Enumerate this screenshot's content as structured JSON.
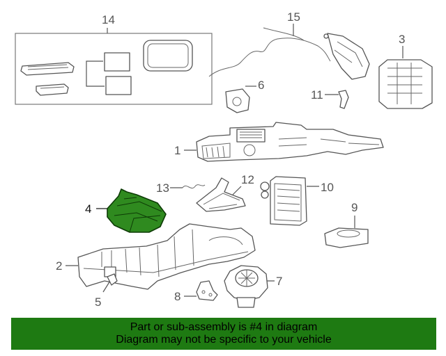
{
  "callouts": [
    "14",
    "15",
    "3",
    "6",
    "11",
    "1",
    "13",
    "12",
    "10",
    "4",
    "9",
    "2",
    "7",
    "8",
    "5"
  ],
  "highlight_color": "#2f8a1f",
  "banner": {
    "line1": "Part or sub-assembly is #4 in diagram",
    "line2": "Diagram may not be specific to your vehicle",
    "color": "#1e7a12"
  }
}
